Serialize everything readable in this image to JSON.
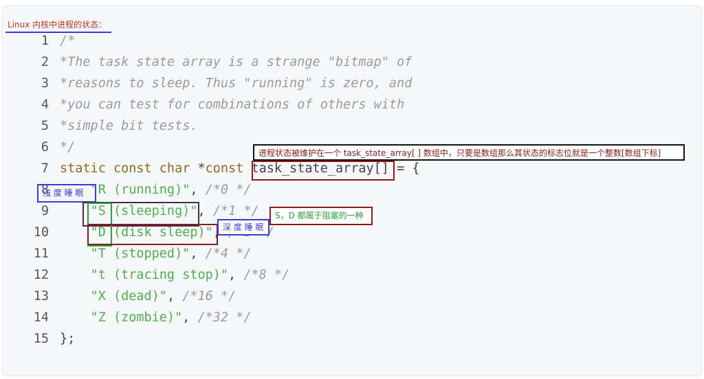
{
  "title": "Linux 内核中进程的状态：",
  "code_lines": [
    {
      "num": "1",
      "parts": [
        {
          "cls": "cmt",
          "text": "/*"
        }
      ]
    },
    {
      "num": "2",
      "parts": [
        {
          "cls": "cmt",
          "text": "*The task state array is a strange \"bitmap\" of"
        }
      ]
    },
    {
      "num": "3",
      "parts": [
        {
          "cls": "cmt",
          "text": "*reasons to sleep. Thus \"running\" is zero, and"
        }
      ]
    },
    {
      "num": "4",
      "parts": [
        {
          "cls": "cmt",
          "text": "*you can test for combinations of others with"
        }
      ]
    },
    {
      "num": "5",
      "parts": [
        {
          "cls": "cmt",
          "text": "*simple bit tests."
        }
      ]
    },
    {
      "num": "6",
      "parts": [
        {
          "cls": "cmt",
          "text": "*/"
        }
      ]
    },
    {
      "num": "7",
      "parts": [
        {
          "cls": "kw",
          "text": "static const char "
        },
        {
          "cls": "plain",
          "text": "*"
        },
        {
          "cls": "kw",
          "text": "const "
        },
        {
          "cls": "plain",
          "text": "task_state_array[] = {"
        }
      ]
    },
    {
      "num": "8",
      "parts": [
        {
          "cls": "str",
          "text": "    \"R (running)\""
        },
        {
          "cls": "plain",
          "text": ", "
        },
        {
          "cls": "cmt",
          "text": "/*0 */"
        }
      ]
    },
    {
      "num": "9",
      "parts": [
        {
          "cls": "str",
          "text": "    \"S (sleeping)\""
        },
        {
          "cls": "plain",
          "text": ", "
        },
        {
          "cls": "cmt",
          "text": "/*1 */"
        }
      ]
    },
    {
      "num": "10",
      "parts": [
        {
          "cls": "str",
          "text": "    \"D (disk sleep)\""
        },
        {
          "cls": "plain",
          "text": ", "
        },
        {
          "cls": "cmt",
          "text": "/*2 */"
        }
      ]
    },
    {
      "num": "11",
      "parts": [
        {
          "cls": "str",
          "text": "    \"T (stopped)\""
        },
        {
          "cls": "plain",
          "text": ", "
        },
        {
          "cls": "cmt",
          "text": "/*4 */"
        }
      ]
    },
    {
      "num": "12",
      "parts": [
        {
          "cls": "str",
          "text": "    \"t (tracing stop)\""
        },
        {
          "cls": "plain",
          "text": ", "
        },
        {
          "cls": "cmt",
          "text": "/*8 */"
        }
      ]
    },
    {
      "num": "13",
      "parts": [
        {
          "cls": "str",
          "text": "    \"X (dead)\""
        },
        {
          "cls": "plain",
          "text": ", "
        },
        {
          "cls": "cmt",
          "text": "/*16 */"
        }
      ]
    },
    {
      "num": "14",
      "parts": [
        {
          "cls": "str",
          "text": "    \"Z (zombie)\""
        },
        {
          "cls": "plain",
          "text": ", "
        },
        {
          "cls": "cmt",
          "text": "/*32 */"
        }
      ]
    },
    {
      "num": "15",
      "parts": [
        {
          "cls": "plain",
          "text": "};"
        }
      ]
    }
  ],
  "annotations": {
    "array_note": "进程状态被维护在一个 task_state_array[ ] 数组中，只要是数组那么其状态的标志位就是一个整数[数组下标]",
    "shallow_sleep": "浅 度 睡 眠",
    "deep_sleep": "深 度 睡 眠",
    "sd_note": "S，D 都属于阻塞的一种"
  },
  "colors": {
    "comment": "#9a9a9a",
    "keyword": "#8a6d1e",
    "string": "#4fae4f",
    "annotation_red": "#8b1a1a",
    "annotation_blue": "#3b3bd8",
    "annotation_green": "#2e9e3e",
    "annotation_purple": "#4a2a4a"
  }
}
